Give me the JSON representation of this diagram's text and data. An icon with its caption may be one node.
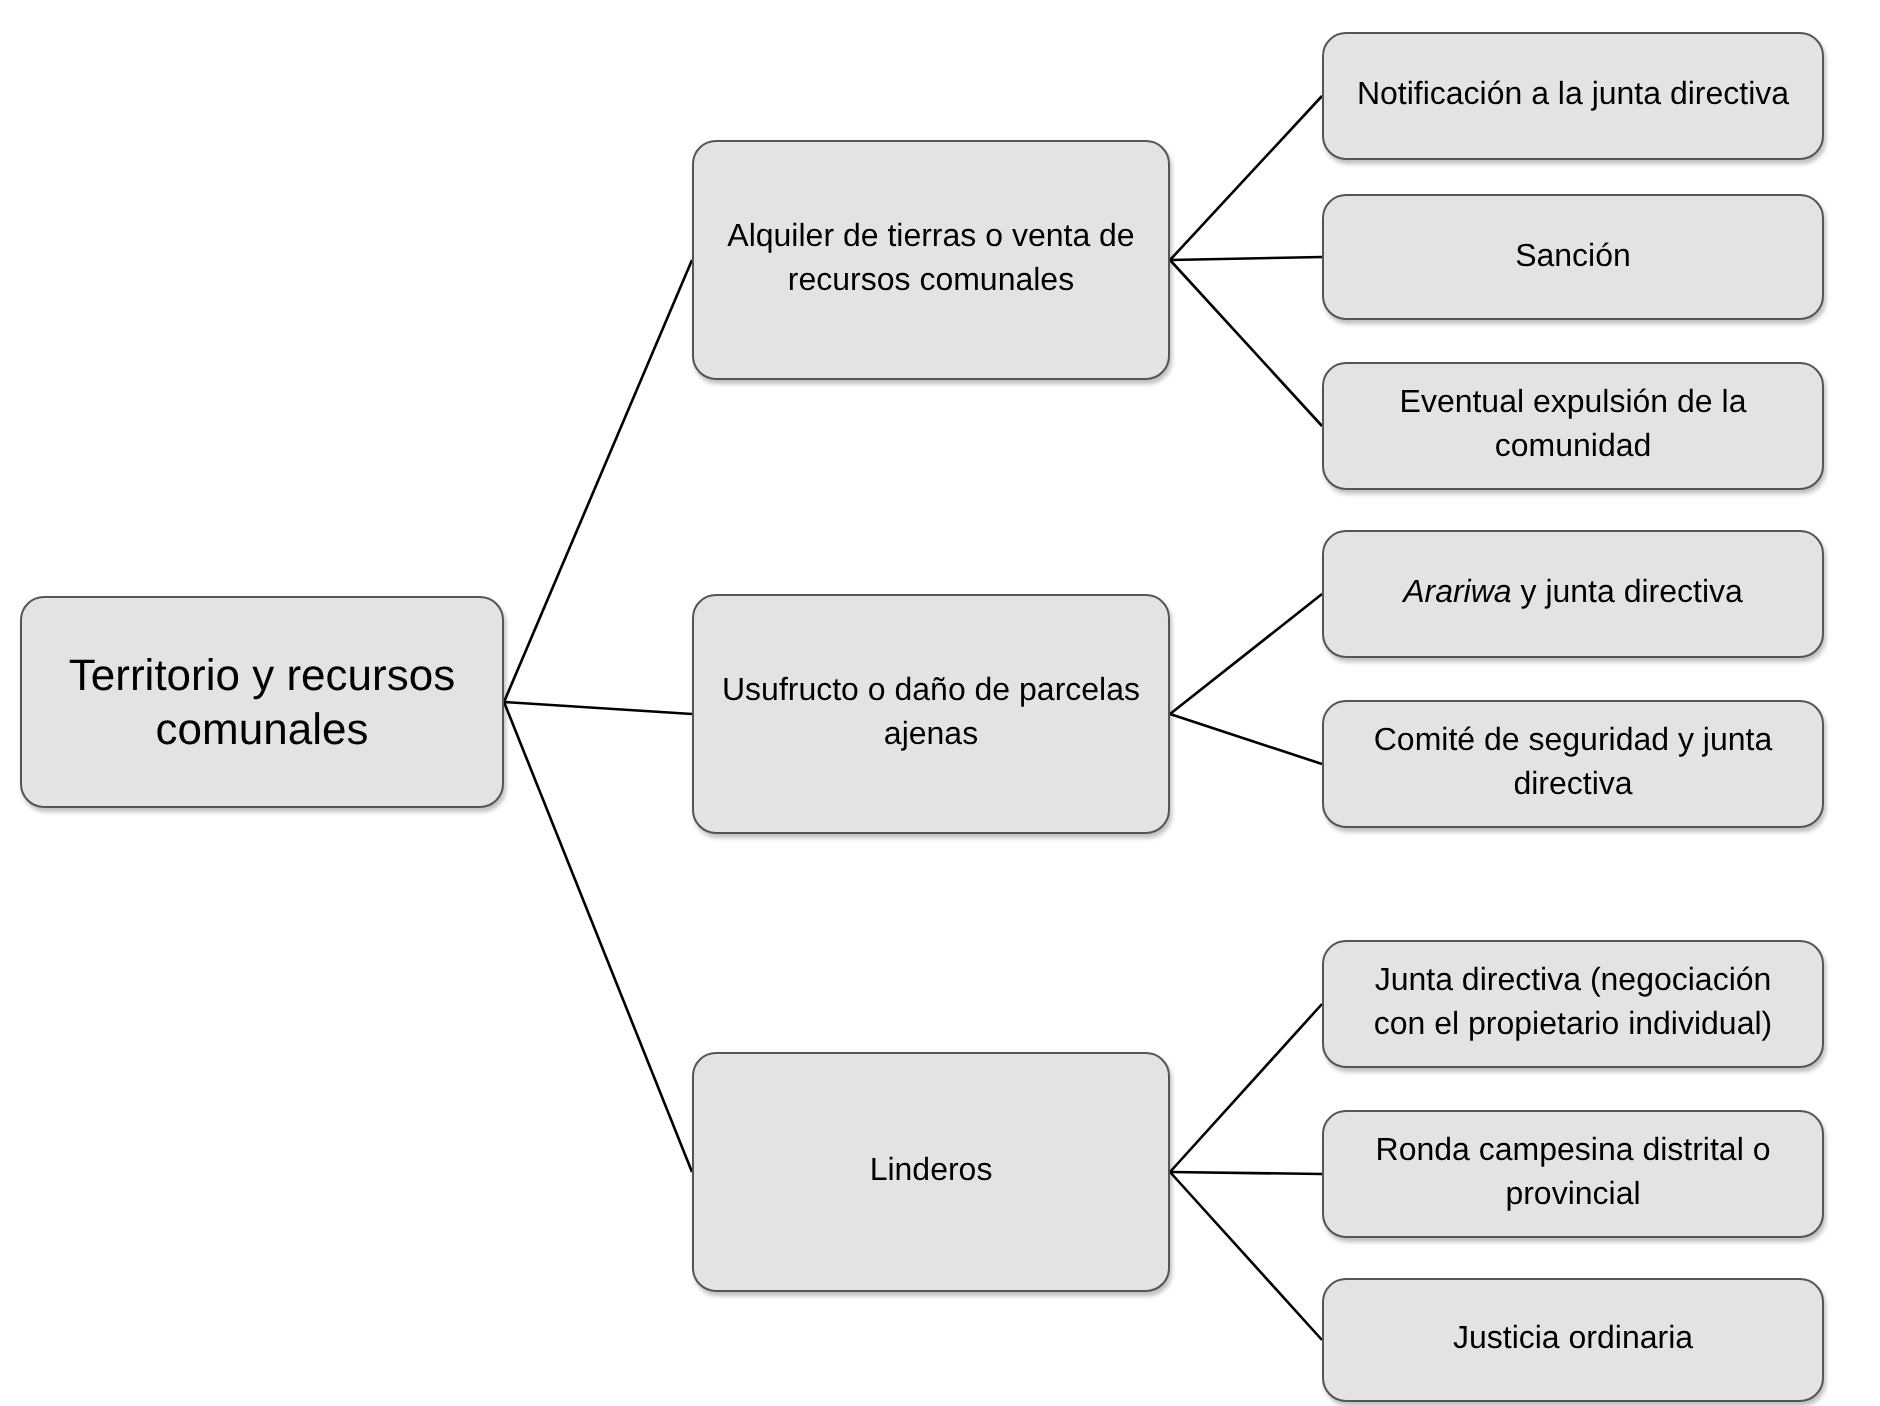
{
  "diagram": {
    "nodes": [
      {
        "text": [
          "Territorio y recursos comunales"
        ]
      },
      {
        "text": [
          "Alquiler de tierras o venta de recursos comunales"
        ]
      },
      {
        "text": [
          "Notificación a la junta directiva"
        ]
      },
      {
        "text": [
          "Sanción"
        ]
      },
      {
        "text": [
          "Eventual expulsión de la comunidad"
        ]
      },
      {
        "text": [
          "Usufructo o daño de parcelas ajenas"
        ]
      },
      {
        "text": [
          "*Arariwa* y junta directiva"
        ]
      },
      {
        "text": [
          "Comité de seguridad y junta directiva"
        ]
      },
      {
        "text": [
          "Linderos"
        ]
      },
      {
        "text": [
          "Junta directiva (negociación con el propietario individual)"
        ]
      },
      {
        "text": [
          "Ronda campesina distrital o provincial"
        ]
      },
      {
        "text": [
          "Justicia ordinaria"
        ]
      }
    ],
    "edges": [
      {
        "from": 0,
        "to": 1,
        "arrow": "none"
      },
      {
        "from": 0,
        "to": 5,
        "arrow": "none"
      },
      {
        "from": 0,
        "to": 8,
        "arrow": "none"
      },
      {
        "from": 1,
        "to": 2,
        "arrow": "none"
      },
      {
        "from": 1,
        "to": 3,
        "arrow": "none"
      },
      {
        "from": 1,
        "to": 4,
        "arrow": "none"
      },
      {
        "from": 5,
        "to": 6,
        "arrow": "none"
      },
      {
        "from": 5,
        "to": 7,
        "arrow": "none"
      },
      {
        "from": 8,
        "to": 9,
        "arrow": "none"
      },
      {
        "from": 8,
        "to": 10,
        "arrow": "none"
      },
      {
        "from": 8,
        "to": 11,
        "arrow": "none"
      }
    ]
  }
}
